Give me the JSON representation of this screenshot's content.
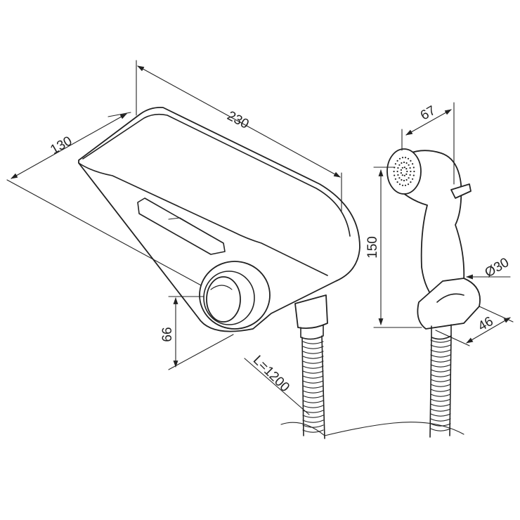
{
  "dimensions": {
    "width": "230",
    "depth": "130",
    "height": "66",
    "hose_length": "L=1200",
    "handset_height": "150",
    "handset_width": "67",
    "holder_diameter": "Ø30",
    "holder_width": "46"
  },
  "colors": {
    "line": "#222222",
    "shade": "#d9d9d9",
    "background": "#ffffff"
  },
  "icons": [
    "arrowhead-icon",
    "hose-coil-icon",
    "spray-nozzle-icon"
  ]
}
